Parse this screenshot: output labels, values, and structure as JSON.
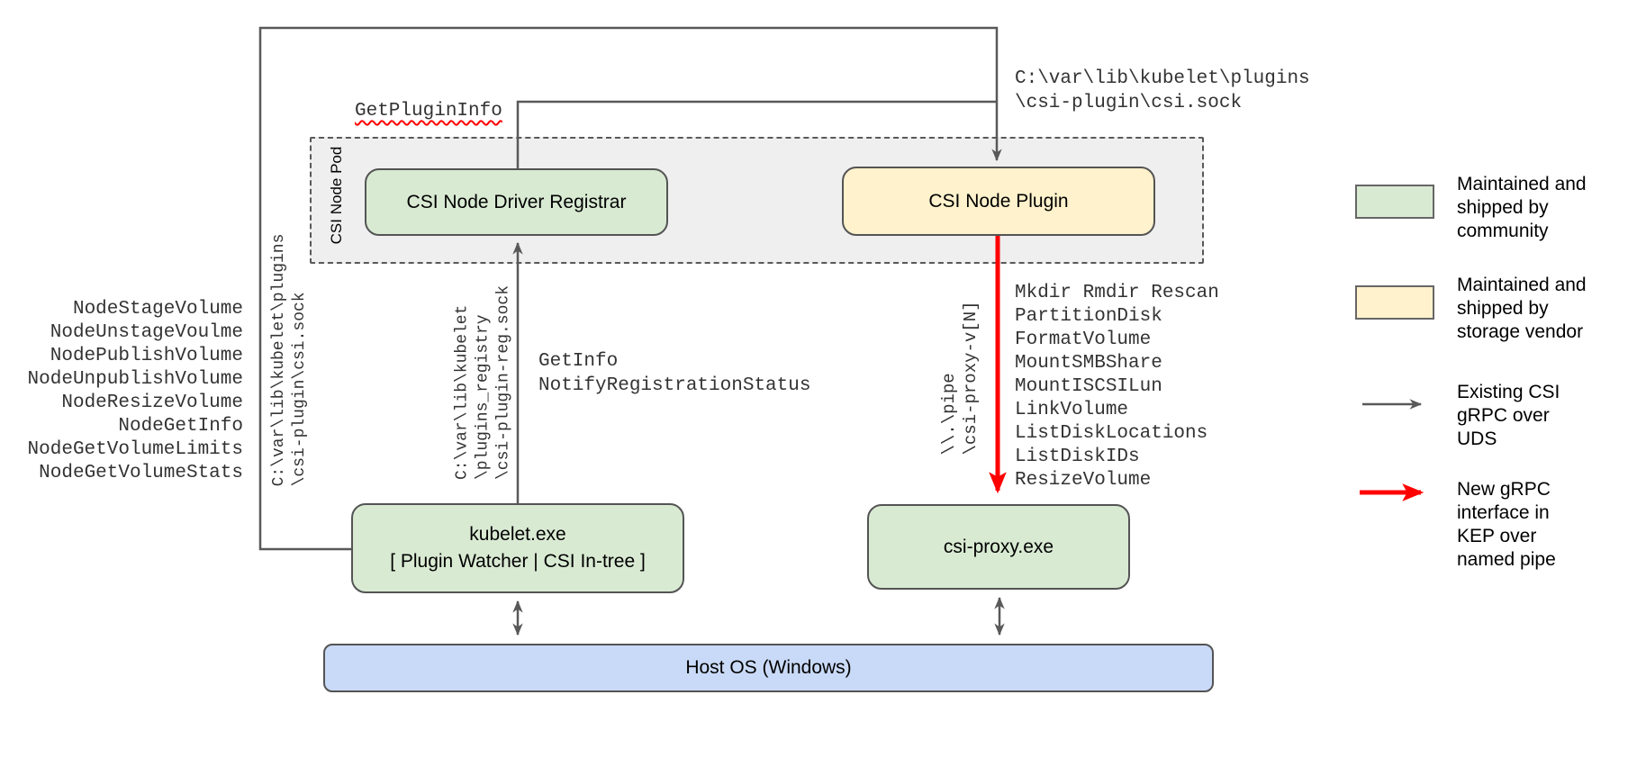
{
  "diagram": {
    "pod": {
      "label": "CSI Node Pod"
    },
    "nodes": {
      "registrar": "CSI Node Driver Registrar",
      "plugin": "CSI Node Plugin",
      "kubelet_lines": [
        "kubelet.exe",
        "[ Plugin Watcher | CSI In-tree ]"
      ],
      "csi_proxy": "csi-proxy.exe",
      "host_os": "Host OS (Windows)"
    },
    "labels": {
      "get_plugin_info": "GetPluginInfo",
      "csi_sock_path_top": [
        "C:\\var\\lib\\kubelet\\plugins",
        "\\csi-plugin\\csi.sock"
      ],
      "registration_calls": [
        "GetInfo",
        "NotifyRegistrationStatus"
      ],
      "kubelet_node_ops": [
        "NodeStageVolume",
        "NodeUnstageVoulme",
        "NodePublishVolume",
        "NodeUnpublishVolume",
        "NodeResizeVolume",
        "NodeGetInfo",
        "NodeGetVolumeLimits",
        "NodeGetVolumeStats"
      ],
      "proxy_ops": [
        "Mkdir Rmdir Rescan",
        "PartitionDisk",
        "FormatVolume",
        "MountSMBShare",
        "MountISCSILun",
        "LinkVolume",
        "ListDiskLocations",
        "ListDiskIDs",
        "ResizeVolume"
      ],
      "rotated_csi_sock": [
        "C:\\var\\lib\\kubelet\\plugins",
        "\\csi-plugin\\csi.sock"
      ],
      "rotated_registry_sock": [
        "C:\\var\\lib\\kubelet",
        "\\plugins_registry",
        "\\csi-plugin-reg.sock"
      ],
      "rotated_named_pipe": [
        "\\\\.\\pipe",
        "\\csi-proxy-v[N]"
      ]
    },
    "legend": {
      "community": {
        "lines": [
          "Maintained and",
          "shipped by",
          "community"
        ]
      },
      "vendor": {
        "lines": [
          "Maintained and",
          "shipped by",
          "storage vendor"
        ]
      },
      "uds": {
        "lines": [
          "Existing CSI",
          "gRPC over",
          "UDS"
        ]
      },
      "kep": {
        "lines": [
          "New gRPC",
          "interface in",
          "KEP over",
          "named pipe"
        ]
      }
    },
    "colors": {
      "community_green": "#d9ead3",
      "vendor_yellow": "#fff2cc",
      "host_os_blue": "#c9daf8",
      "pod_gray": "#efefef",
      "connector_gray": "#595959",
      "new_interface_red": "#ff0000",
      "spellcheck_squiggle_red": "#ff0000"
    }
  }
}
